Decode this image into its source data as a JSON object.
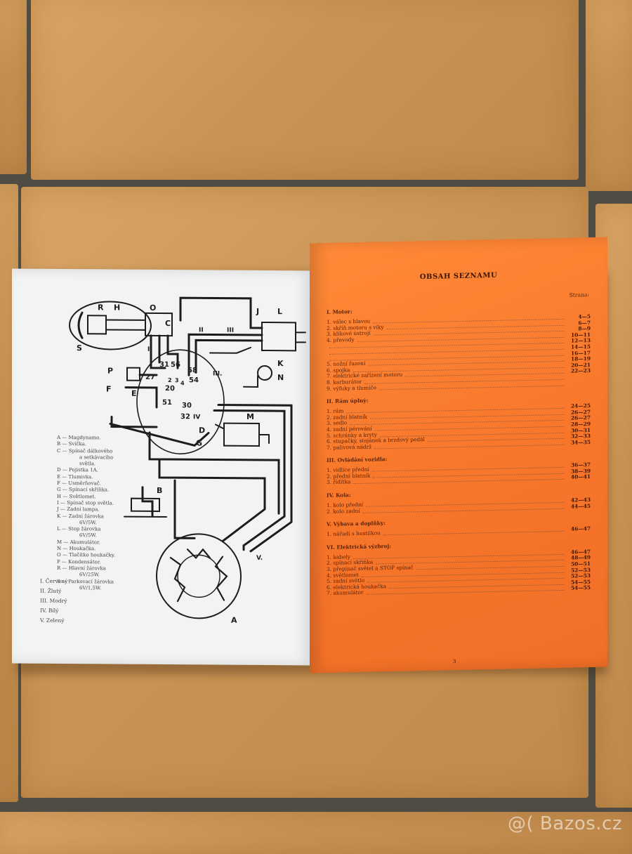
{
  "diagram": {
    "letters": [
      "R",
      "H",
      "O",
      "C",
      "S",
      "J",
      "L",
      "K",
      "N",
      "P",
      "F",
      "E",
      "M",
      "D",
      "G",
      "B",
      "A",
      "I",
      "III",
      "II",
      "III.",
      "IV",
      "V."
    ],
    "terminals": [
      "31",
      "56",
      "58",
      "27",
      "54",
      "20",
      "51",
      "30",
      "32",
      "2",
      "3",
      "4"
    ]
  },
  "legend": [
    "A — Magdynamo.",
    "B — Svíčka.",
    "C — Spínač dálkového",
    "a setkávacího",
    "světla.",
    "D — Pojistka 1A.",
    "E — Tlumivka.",
    "F — Usměrňovač.",
    "G — Spínací skříňka.",
    "H — Světlomet.",
    "I — Spínač stop světla.",
    "J — Zadní lampa.",
    "K — Zadní žárovka",
    "6V/5W.",
    "L — Stop žárovka",
    "6V/5W.",
    "M — Akumulátor.",
    "N — Houkačka.",
    "O — Tlačítko houkačky.",
    "P — Kondensátor.",
    "R — Hlavní žárovka",
    "6V/25W.",
    "S — Parkovací žárovka",
    "6V/1,5W."
  ],
  "wires": [
    "I. Červený",
    "II. Žlutý",
    "III. Modrý",
    "IV. Bílý",
    "V. Zelený"
  ],
  "toc": {
    "title": "OBSAH SEZNAMU",
    "strana_label": "Strana:",
    "sections": [
      {
        "title": "I. Motor:",
        "items": [
          {
            "label": "1. válec s hlavou",
            "pages": "4—5"
          },
          {
            "label": "2. skříň motoru s víky",
            "pages": "6—7"
          },
          {
            "label": "3. klikové ústrojí",
            "pages": "8—9"
          },
          {
            "label": "4. převody",
            "pages": "10—11"
          },
          {
            "label": "",
            "pages": "12—13"
          },
          {
            "label": "",
            "pages": "14—15"
          },
          {
            "label": "",
            "pages": "16—17"
          },
          {
            "label": "5. nožní řazení",
            "pages": "18—19"
          },
          {
            "label": "6. spojka",
            "pages": "20—21"
          },
          {
            "label": "7. elektrické zařízení motoru",
            "pages": "22—23"
          },
          {
            "label": "8. karburátor",
            "pages": ""
          },
          {
            "label": "9. výfuky a tlumiče",
            "pages": ""
          }
        ]
      },
      {
        "title": "II. Rám úplný:",
        "items": [
          {
            "label": "1. rám",
            "pages": "24—25"
          },
          {
            "label": "2. zadní blatník",
            "pages": "26—27"
          },
          {
            "label": "3. sedlo",
            "pages": "26—27"
          },
          {
            "label": "4. zadní pérování",
            "pages": "28—29"
          },
          {
            "label": "5. schránky a kryty",
            "pages": "30—31"
          },
          {
            "label": "6. stupačky, stojánek a brzdový pedál",
            "pages": "32—33"
          },
          {
            "label": "7. palivová nádrž",
            "pages": "34—35"
          }
        ]
      },
      {
        "title": "III. Ovládání vozidla:",
        "items": [
          {
            "label": "1. vidlice přední",
            "pages": "36—37"
          },
          {
            "label": "2. přední blatník",
            "pages": "38—39"
          },
          {
            "label": "3. řídítka",
            "pages": "40—41"
          }
        ]
      },
      {
        "title": "IV. Kola:",
        "items": [
          {
            "label": "1. kolo přední",
            "pages": "42—43"
          },
          {
            "label": "2. kolo zadní",
            "pages": "44—45"
          }
        ]
      },
      {
        "title": "V. Výbava a doplňky:",
        "items": [
          {
            "label": "1. nářadí s hustilkou",
            "pages": "46—47"
          }
        ]
      },
      {
        "title": "VI. Elektrická výzbroj:",
        "items": [
          {
            "label": "1. kabely",
            "pages": "46—47"
          },
          {
            "label": "2. spínací skříňka",
            "pages": "48—49"
          },
          {
            "label": "3. přepínač světel a STOP spínač",
            "pages": "50—51"
          },
          {
            "label": "4. světlomet",
            "pages": "52—53"
          },
          {
            "label": "5. zadní světlo",
            "pages": "52—53"
          },
          {
            "label": "6. elektrická houkačka",
            "pages": "54—55"
          },
          {
            "label": "7. akumulátor",
            "pages": "54—55"
          }
        ]
      }
    ],
    "page_number": "3"
  },
  "watermark": "@( Bazos.cz"
}
